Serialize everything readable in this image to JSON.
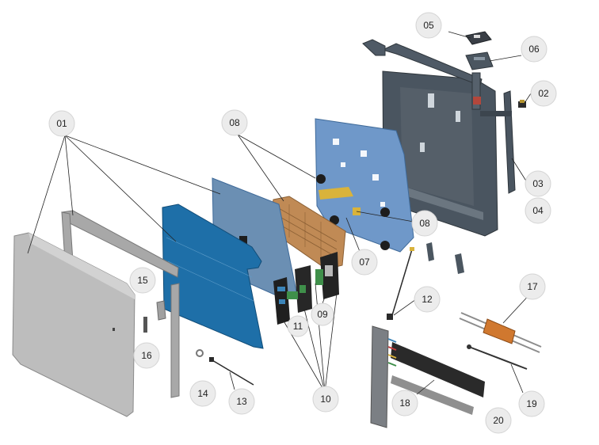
{
  "callouts": [
    {
      "id": "c01",
      "label": "01"
    },
    {
      "id": "c02",
      "label": "02"
    },
    {
      "id": "c03",
      "label": "03"
    },
    {
      "id": "c04",
      "label": "04"
    },
    {
      "id": "c05",
      "label": "05"
    },
    {
      "id": "c06",
      "label": "06"
    },
    {
      "id": "c07",
      "label": "07"
    },
    {
      "id": "c08a",
      "label": "08"
    },
    {
      "id": "c08b",
      "label": "08"
    },
    {
      "id": "c09",
      "label": "09"
    },
    {
      "id": "c10",
      "label": "10"
    },
    {
      "id": "c11",
      "label": "11"
    },
    {
      "id": "c12",
      "label": "12"
    },
    {
      "id": "c13",
      "label": "13"
    },
    {
      "id": "c14",
      "label": "14"
    },
    {
      "id": "c15",
      "label": "15"
    },
    {
      "id": "c16",
      "label": "16"
    },
    {
      "id": "c17",
      "label": "17"
    },
    {
      "id": "c18",
      "label": "18"
    },
    {
      "id": "c19",
      "label": "19"
    },
    {
      "id": "c20",
      "label": "20"
    }
  ],
  "colors": {
    "front_cover": "#bdbdbd",
    "blue_panel": "#1e6fa8",
    "mid_panel": "#6b8fb3",
    "back_panel": "#6f98c9",
    "rear_housing": "#4a5560",
    "heatsink": "#c08a55",
    "label_fill": "#ececec"
  }
}
